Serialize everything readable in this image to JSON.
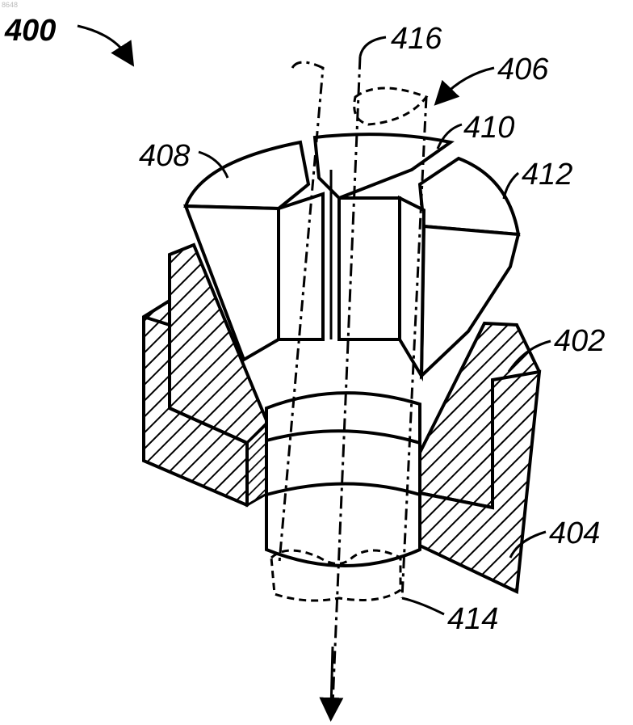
{
  "figure": {
    "corner_id": "8648",
    "ink_color": "#000000",
    "background_color": "#ffffff",
    "labels": {
      "assembly": "400",
      "outer_ring": "402",
      "base_ring": "404",
      "arrow_406": "406",
      "segment_left": "408",
      "gap_top": "410",
      "segment_right": "412",
      "lower_cylinder": "414",
      "axis": "416"
    }
  }
}
